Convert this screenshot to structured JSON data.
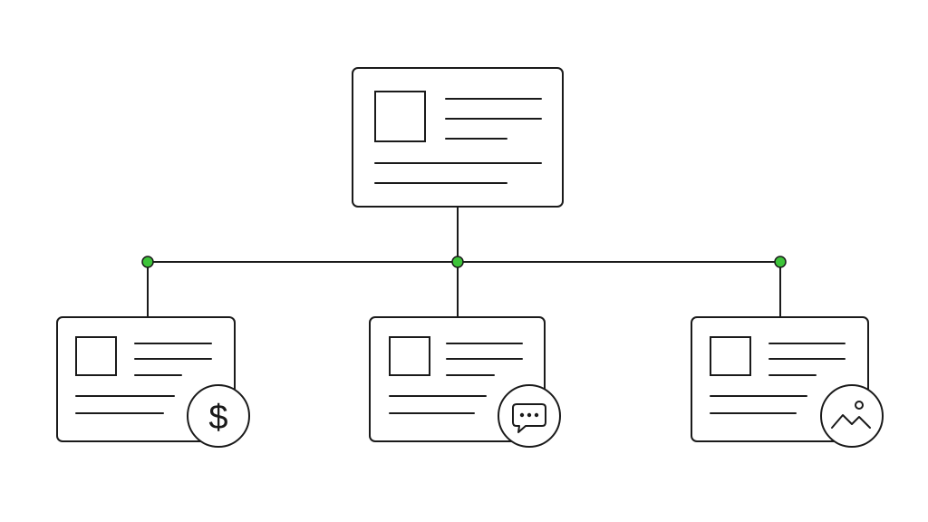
{
  "diagram": {
    "type": "hierarchy",
    "nodes": [
      {
        "id": "root",
        "kind": "card",
        "level": 0
      },
      {
        "id": "child-payment",
        "kind": "card",
        "level": 1,
        "badge_icon": "dollar-sign-icon"
      },
      {
        "id": "child-chat",
        "kind": "card",
        "level": 1,
        "badge_icon": "chat-bubble-icon"
      },
      {
        "id": "child-image",
        "kind": "card",
        "level": 1,
        "badge_icon": "image-icon"
      }
    ],
    "edges": [
      {
        "from": "root",
        "to": "child-payment"
      },
      {
        "from": "root",
        "to": "child-chat"
      },
      {
        "from": "root",
        "to": "child-image"
      }
    ],
    "junction_count": 3,
    "badge_text": {
      "dollar": "$"
    }
  },
  "colors": {
    "stroke": "#1a1a1a",
    "accent": "#3ec43a",
    "background": "#ffffff"
  }
}
